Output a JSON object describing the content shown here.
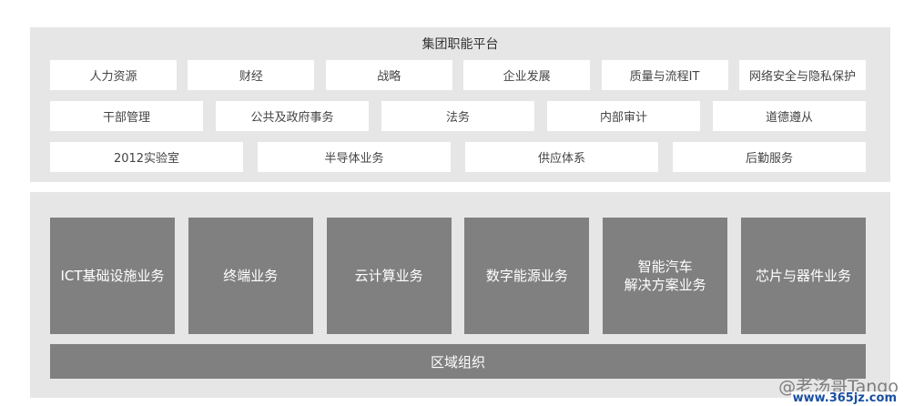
{
  "platform": {
    "title": "集团职能平台",
    "rows": [
      [
        "人力资源",
        "财经",
        "战略",
        "企业发展",
        "质量与流程IT",
        "网络安全与隐私保护"
      ],
      [
        "干部管理",
        "公共及政府事务",
        "法务",
        "内部审计",
        "道德遵从"
      ],
      [
        "2012实验室",
        "半导体业务",
        "供应体系",
        "后勤服务"
      ]
    ]
  },
  "business": {
    "units": [
      {
        "line1": "ICT基础设施业务",
        "line2": ""
      },
      {
        "line1": "终端业务",
        "line2": ""
      },
      {
        "line1": "云计算业务",
        "line2": ""
      },
      {
        "line1": "数字能源业务",
        "line2": ""
      },
      {
        "line1": "智能汽车",
        "line2": "解决方案业务"
      },
      {
        "line1": "芯片与器件业务",
        "line2": ""
      }
    ],
    "region": "区域组织"
  },
  "watermark": {
    "handle": "@老汤哥Tango",
    "url": "www.365jz.com"
  },
  "colors": {
    "panel_bg": "#e6e6e6",
    "box_bg": "#ffffff",
    "unit_bg": "#808080"
  }
}
